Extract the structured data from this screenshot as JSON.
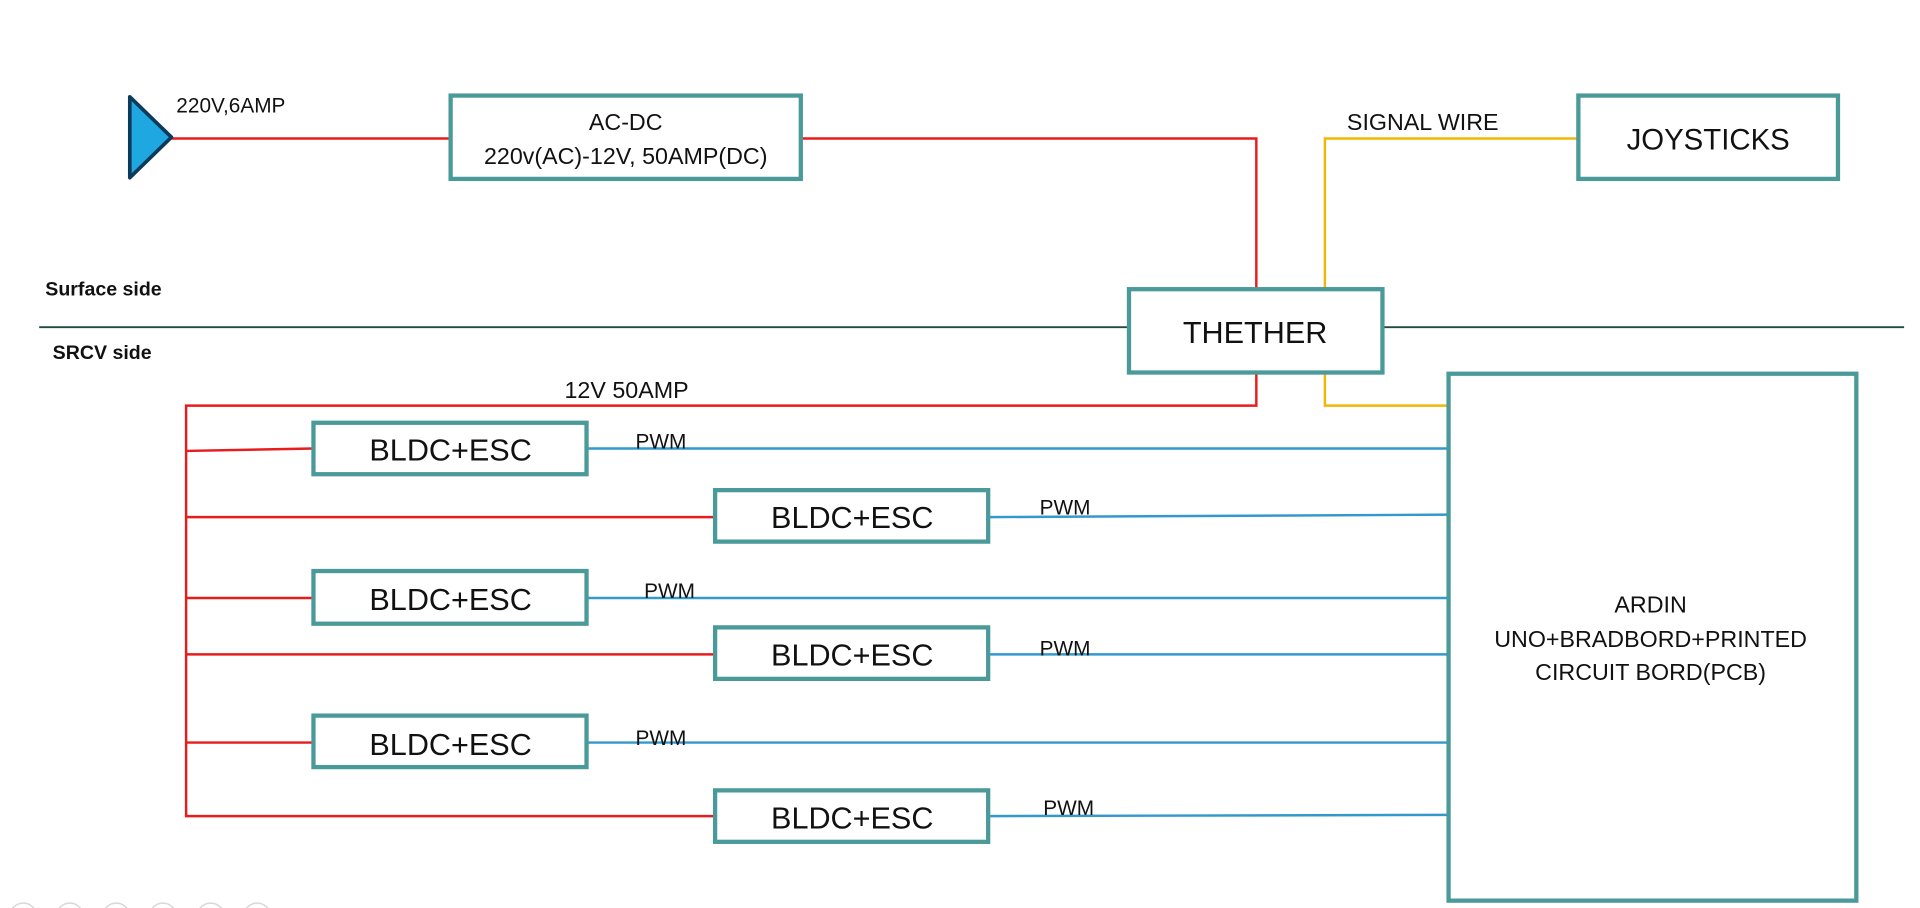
{
  "labels": {
    "source": "220V,6AMP",
    "surface_side": "Surface side",
    "srcv_side": "SRCV side",
    "signal_wire": "SIGNAL WIRE",
    "bus": "12V 50AMP"
  },
  "blocks": {
    "acdc": {
      "line1": "AC-DC",
      "line2": "220v(AC)-12V, 50AMP(DC)"
    },
    "joysticks": "JOYSTICKS",
    "tether": "THETHER",
    "controller": {
      "line1": "ARDIN",
      "line2": "UNO+BRADBORD+PRINTED",
      "line3": "CIRCUIT BORD(PCB)"
    }
  },
  "motors": [
    {
      "label": "BLDC+ESC",
      "signal": "PWM"
    },
    {
      "label": "BLDC+ESC",
      "signal": "PWM"
    },
    {
      "label": "BLDC+ESC",
      "signal": "PWM"
    },
    {
      "label": "BLDC+ESC",
      "signal": "PWM"
    },
    {
      "label": "BLDC+ESC",
      "signal": "PWM"
    },
    {
      "label": "BLDC+ESC",
      "signal": "PWM"
    }
  ],
  "colors": {
    "box_border": "#4a9a9a",
    "power_wire": "#e81c1c",
    "pwm_wire": "#3399cc",
    "signal_wire": "#f2b705",
    "source_fill": "#1ea7e0",
    "divider": "#1f4d3a"
  },
  "icons": {
    "source": "play-triangle-icon"
  }
}
